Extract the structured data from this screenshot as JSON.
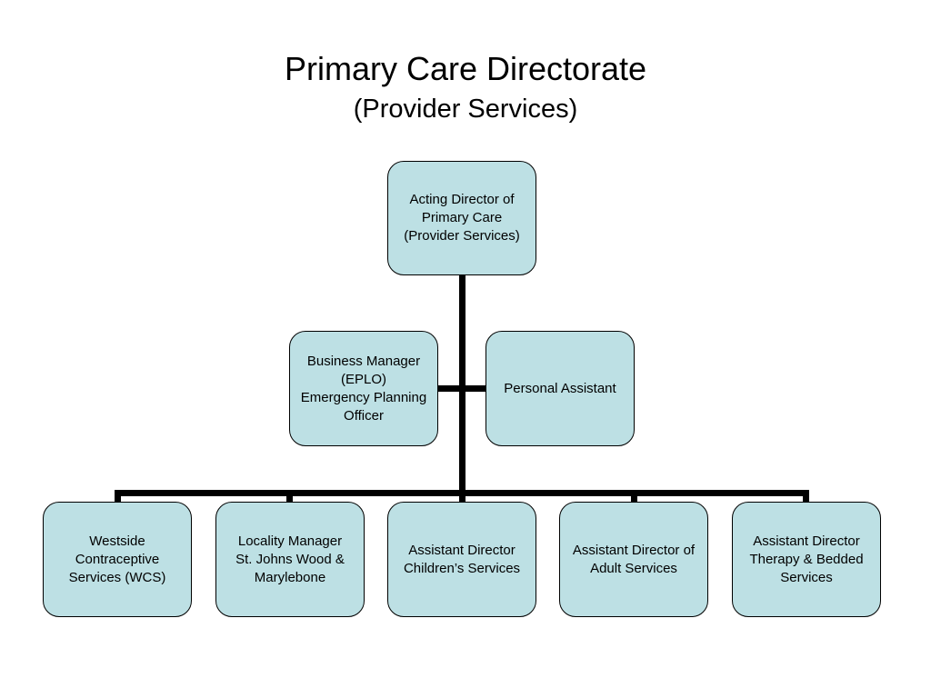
{
  "title": "Primary Care Directorate",
  "subtitle": "(Provider Services)",
  "colors": {
    "box_fill": "#bde0e4",
    "box_border": "#000000",
    "connector": "#000000",
    "background": "#ffffff"
  },
  "nodes": {
    "director": "Acting Director of\nPrimary Care\n(Provider Services)",
    "business_manager": "Business Manager\n(EPLO)\nEmergency Planning\nOfficer",
    "personal_assistant": "Personal Assistant",
    "westside": "Westside\nContraceptive\nServices (WCS)",
    "locality_manager": "Locality Manager\nSt. Johns Wood &\nMarylebone",
    "children": "Assistant Director\nChildren’s Services",
    "adult": "Assistant Director of\nAdult Services\n ",
    "therapy": "Assistant Director\nTherapy & Bedded\nServices"
  }
}
